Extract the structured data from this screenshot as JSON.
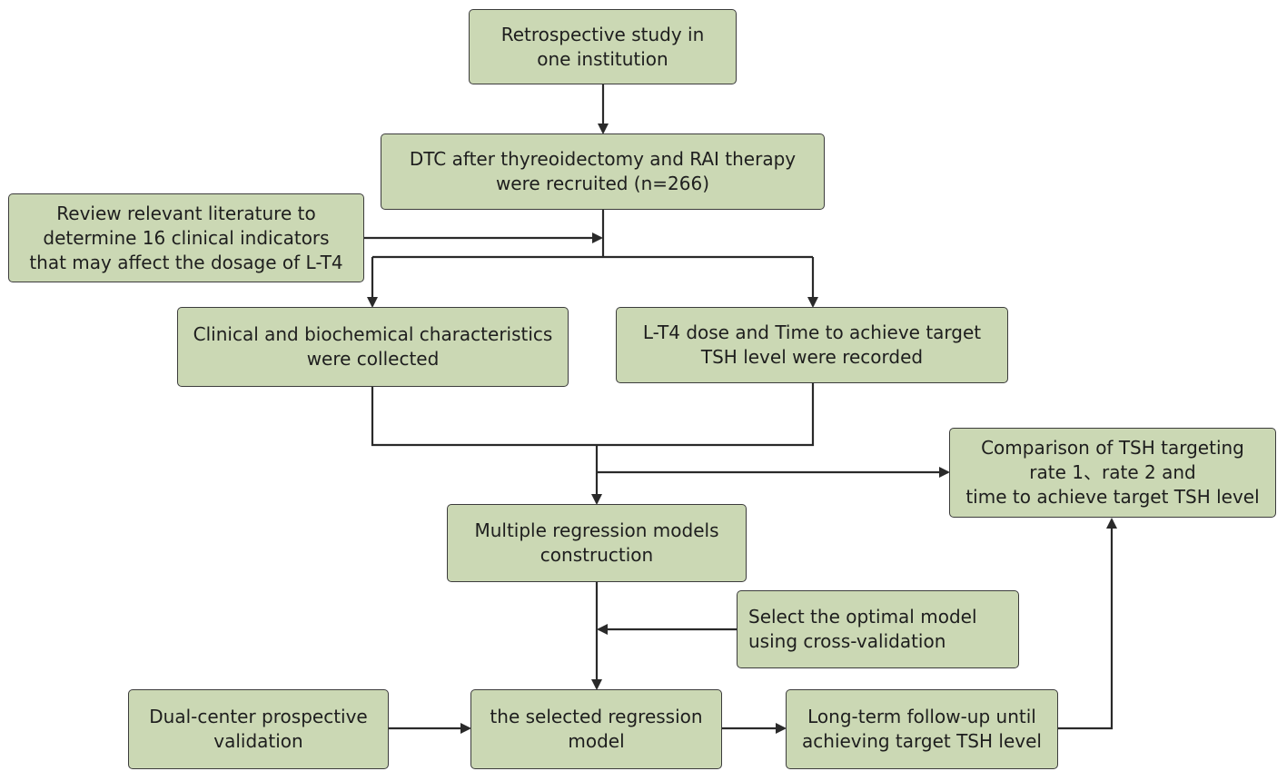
{
  "diagram": {
    "boxes": {
      "retrospective": "Retrospective study in\none institution",
      "recruited": "DTC after thyreoidectomy and RAI therapy\nwere recruited (n=266)",
      "literature": "Review relevant literature to\ndetermine 16 clinical indicators\nthat may affect the dosage of L-T4",
      "clinical": "Clinical and biochemical characteristics\nwere collected",
      "dose": "L-T4 dose and Time to achieve target\nTSH level were recorded",
      "comparison": "Comparison of TSH targeting\nrate 1、rate 2 and\ntime to achieve target TSH level",
      "regression": "Multiple regression models\nconstruction",
      "optimal": "Select the optimal model\nusing cross-validation",
      "dual_center": "Dual-center prospective\nvalidation",
      "selected": "the selected regression\nmodel",
      "followup": "Long-term follow-up until\nachieving target TSH level"
    },
    "colors": {
      "box_fill": "#cbd8b4",
      "box_border": "#3c3c3c",
      "connector": "#2a2a2a",
      "text": "#1e1e1e"
    }
  }
}
